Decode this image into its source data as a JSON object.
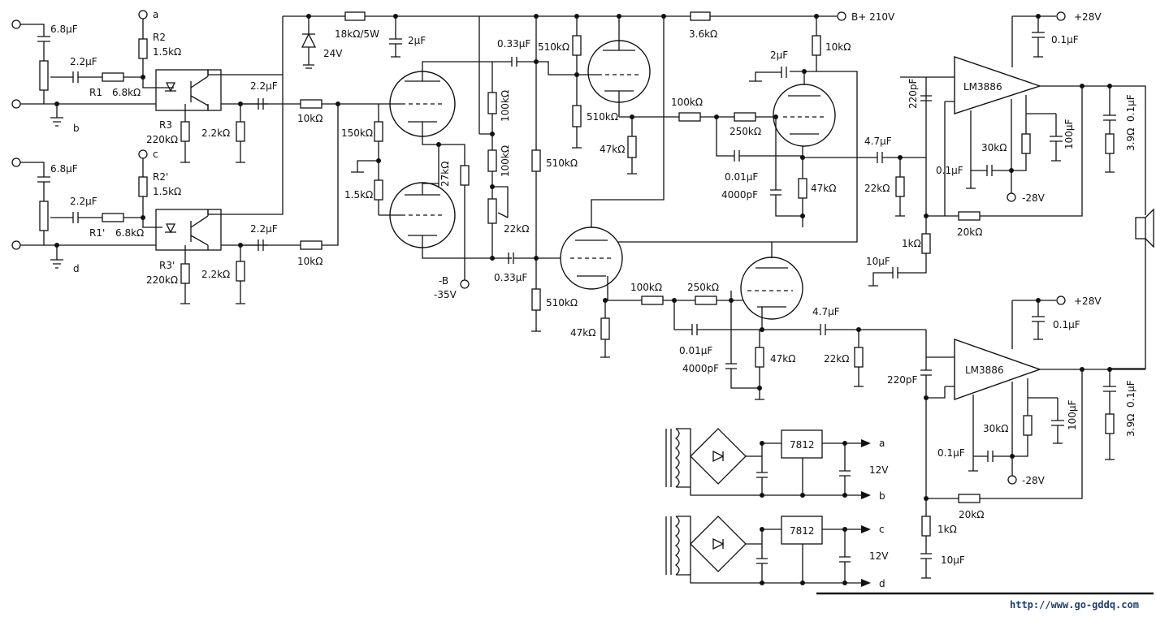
{
  "supply": {
    "bplus": "B+  210V",
    "neg_b": "-B",
    "neg_b_v": "-35V",
    "op_pos": "+28V",
    "op_neg": "-28V"
  },
  "nodes": {
    "a": "a",
    "b": "b",
    "c": "c",
    "d": "d"
  },
  "input": {
    "c_in": "6.8μF",
    "c_in2": "6.8μF",
    "c1": "2.2μF",
    "c1b": "2.2μF",
    "r1": "R1",
    "r1_val": "6.8kΩ",
    "r1p": "R1'",
    "r1p_val": "6.8kΩ",
    "r2": "R2",
    "r2_val": "1.5kΩ",
    "r2p": "R2'",
    "r2p_val": "1.5kΩ",
    "r3": "R3",
    "r3_val": "220kΩ",
    "r3p": "R3'",
    "r3p_val": "220kΩ",
    "re": "2.2kΩ",
    "re2": "2.2kΩ",
    "c_out": "2.2μF",
    "c_out2": "2.2μF",
    "rg": "10kΩ",
    "rg2": "10kΩ"
  },
  "supply_filter": {
    "r": "18kΩ/5W",
    "zener": "24V",
    "c": "2μF"
  },
  "stage1": {
    "r_k1": "150kΩ",
    "r_k2": "1.5kΩ",
    "r_tail": "27kΩ"
  },
  "pi": {
    "c_top": "0.33μF",
    "c_bot": "0.33μF",
    "r_a": "100kΩ",
    "r_b": "100kΩ",
    "pot": "22kΩ",
    "r_g1": "510kΩ",
    "r_g2": "510kΩ",
    "r_pl": "510kΩ",
    "r_gk": "510kΩ"
  },
  "drivers": {
    "r_cat1": "47kΩ",
    "r_cat2": "47kΩ",
    "r_plate": "3.6kΩ",
    "r_pl2": "10kΩ",
    "c_pl2": "2μF",
    "r_ser1": "100kΩ",
    "r_ser2": "100kΩ",
    "r_fb1": "250kΩ",
    "r_fb2": "250kΩ",
    "c_fb1": "0.01μF",
    "c_fb2": "0.01μF",
    "c_sh1": "4000pF",
    "c_sh2": "4000pF",
    "r_k1": "47kΩ",
    "r_k2": "47kΩ",
    "c_out1": "4.7μF",
    "c_out2": "4.7μF",
    "r_in1": "22kΩ",
    "r_in2": "22kΩ"
  },
  "amp": {
    "ic": "LM3886",
    "ic2": "LM3886",
    "c_in": "220pF",
    "c_in2": "220pF",
    "c_s": "0.1μF",
    "c_s2": "0.1μF",
    "c_b": "0.1μF",
    "c_b2": "0.1μF",
    "r_30k": "30kΩ",
    "r_30k2": "30kΩ",
    "c_100": "100μF",
    "c_100b": "100μF",
    "r_fb": "20kΩ",
    "r_fb2": "20kΩ",
    "r_gnd": "1kΩ",
    "r_gnd2": "1kΩ",
    "c_gnd": "10μF",
    "c_gnd2": "10μF",
    "zobel_r": "3.9Ω",
    "zobel_c": "0.1μF",
    "zobel_r2": "3.9Ω",
    "zobel_c2": "0.1μF"
  },
  "psu": {
    "reg": "7812",
    "reg2": "7812",
    "v": "12V",
    "v2": "12V"
  },
  "footer": {
    "url": "http://www.go-gddq.com"
  }
}
